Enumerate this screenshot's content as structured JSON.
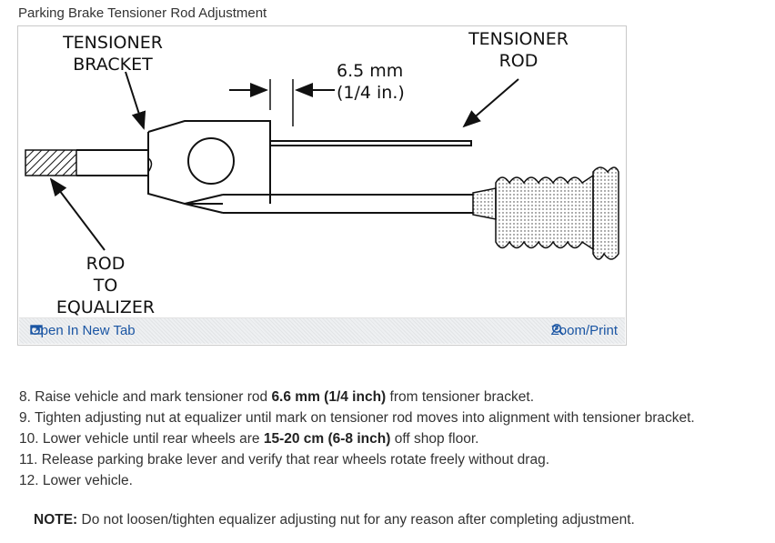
{
  "caption": "Parking Brake Tensioner Rod Adjustment",
  "figure": {
    "labels": {
      "bracket_1": "TENSIONER",
      "bracket_2": "BRACKET",
      "rod_1": "TENSIONER",
      "rod_2": "ROD",
      "dim_1": "6.5 mm",
      "dim_2": "(1/4 in.)",
      "eq_1": "ROD",
      "eq_2": "TO",
      "eq_3": "EQUALIZER"
    },
    "open_tab_label": "Open In New Tab",
    "open_tab_icon": "open-in-new-tab-icon",
    "zoom_label": "Zoom/Print",
    "zoom_icon": "magnifier-plus-icon"
  },
  "steps": [
    {
      "num": "8.",
      "parts": [
        {
          "text": "Raise vehicle and mark tensioner rod ",
          "bold": false
        },
        {
          "text": "6.6 mm (1/4 inch)",
          "bold": true
        },
        {
          "text": " from tensioner bracket.",
          "bold": false
        }
      ]
    },
    {
      "num": "9.",
      "parts": [
        {
          "text": "Tighten adjusting nut at equalizer until mark on tensioner rod moves into alignment with tensioner bracket.",
          "bold": false
        }
      ]
    },
    {
      "num": "10.",
      "parts": [
        {
          "text": "Lower vehicle until rear wheels are ",
          "bold": false
        },
        {
          "text": "15-20 cm (6-8 inch)",
          "bold": true
        },
        {
          "text": " off shop floor.",
          "bold": false
        }
      ]
    },
    {
      "num": "11.",
      "parts": [
        {
          "text": "Release parking brake lever and verify that rear wheels rotate freely without drag.",
          "bold": false
        }
      ]
    },
    {
      "num": "12.",
      "parts": [
        {
          "text": "Lower vehicle.",
          "bold": false
        }
      ]
    }
  ],
  "note": {
    "label": "NOTE:",
    "text": " Do not loosen/tighten equalizer adjusting nut for any reason after completing adjustment."
  }
}
